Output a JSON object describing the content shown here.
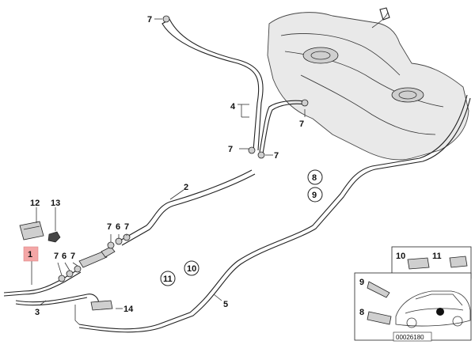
{
  "callouts": {
    "c1": "1",
    "c2": "2",
    "c3": "3",
    "c4": "4",
    "c5": "5",
    "c6a": "6",
    "c6b": "6",
    "c7a": "7",
    "c7b": "7",
    "c7c": "7",
    "c7d": "7",
    "c7e": "7",
    "c7f": "7",
    "c7g": "7",
    "c7h": "7",
    "c8": "8",
    "c9": "9",
    "c10": "10",
    "c11": "11",
    "c12": "12",
    "c13": "13",
    "c14": "14"
  },
  "inset": {
    "c10": "10",
    "c11": "11",
    "c9": "9",
    "c8": "8",
    "code": "00026180"
  },
  "colors": {
    "highlight": "#f4a6a6",
    "line": "#222222",
    "tank_fill": "#e9e9e9"
  }
}
